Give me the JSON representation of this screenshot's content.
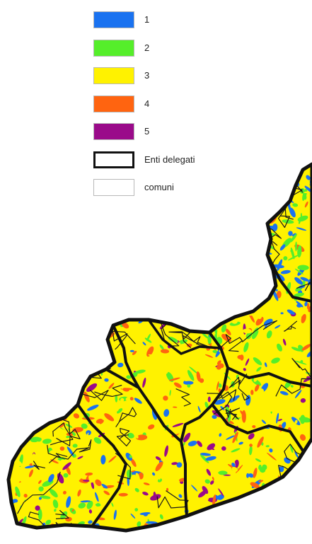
{
  "legend": {
    "items": [
      {
        "label": "1",
        "color": "#1a72f0",
        "type": "fill"
      },
      {
        "label": "2",
        "color": "#55ee2a",
        "type": "fill"
      },
      {
        "label": "3",
        "color": "#fff200",
        "type": "fill"
      },
      {
        "label": "4",
        "color": "#ff6410",
        "type": "fill"
      },
      {
        "label": "5",
        "color": "#9a0a8a",
        "type": "fill"
      },
      {
        "label": "Enti delegati",
        "color": "#111111",
        "type": "outline-thick"
      },
      {
        "label": "comuni",
        "color": "#b8b8b8",
        "type": "outline-thin"
      }
    ]
  },
  "map": {
    "class_colors": [
      "#1a72f0",
      "#55ee2a",
      "#fff200",
      "#ff6410",
      "#9a0a8a"
    ],
    "boundary_color": "#111111",
    "municipality_line_color": "#1a1a1a"
  }
}
